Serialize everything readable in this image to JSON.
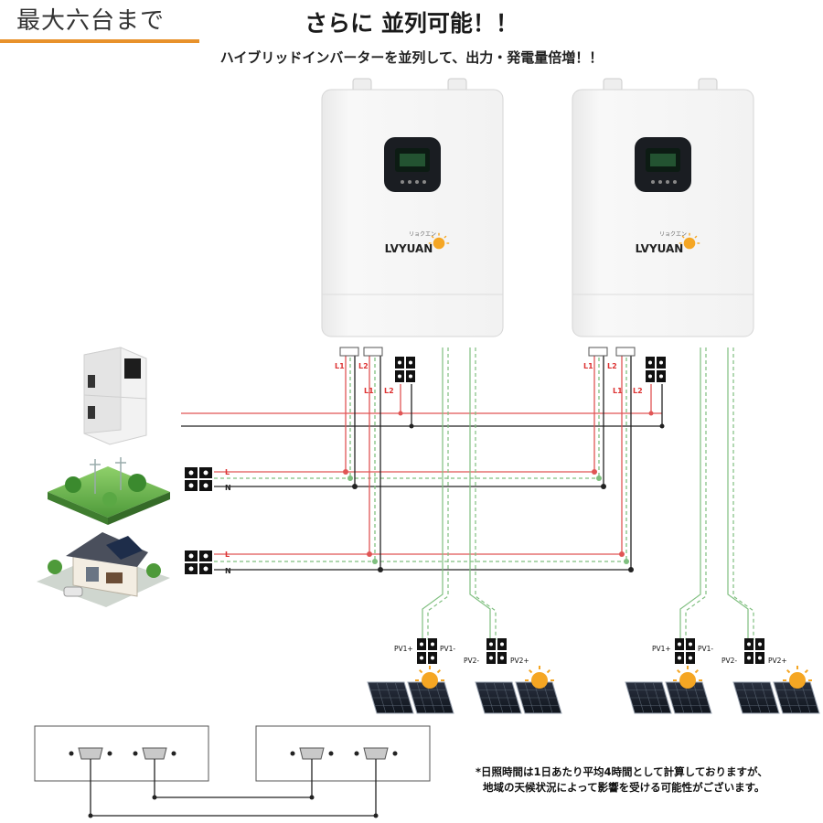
{
  "header": {
    "tag": "最大六台まで",
    "title": "さらに 並列可能！！",
    "subtitle": "ハイブリッドインバーターを並列して、出力・発電量倍増！！"
  },
  "inverters": [
    {
      "brand": "LVYUAN",
      "brand_kana": "リョクエン"
    },
    {
      "brand": "LVYUAN",
      "brand_kana": "リョクエン"
    }
  ],
  "wire_labels": {
    "l1": "L1",
    "l2": "L2",
    "live": "L",
    "neutral": "N",
    "pv1_plus": "PV1+",
    "pv1_minus": "PV1-",
    "pv2_minus": "PV2-",
    "pv2_plus": "PV2+"
  },
  "colors": {
    "accent_orange": "#e8922b",
    "live_wire": "#e05555",
    "neutral_wire": "#222222",
    "pv_wire": "#7fbf7f",
    "sun": "#f5a623"
  },
  "footnote": {
    "line1": "*日照時間は1日あたり平均4時間として計算しておりますが、",
    "line2": "地域の天候状況によって影響を受ける可能性がございます。"
  }
}
